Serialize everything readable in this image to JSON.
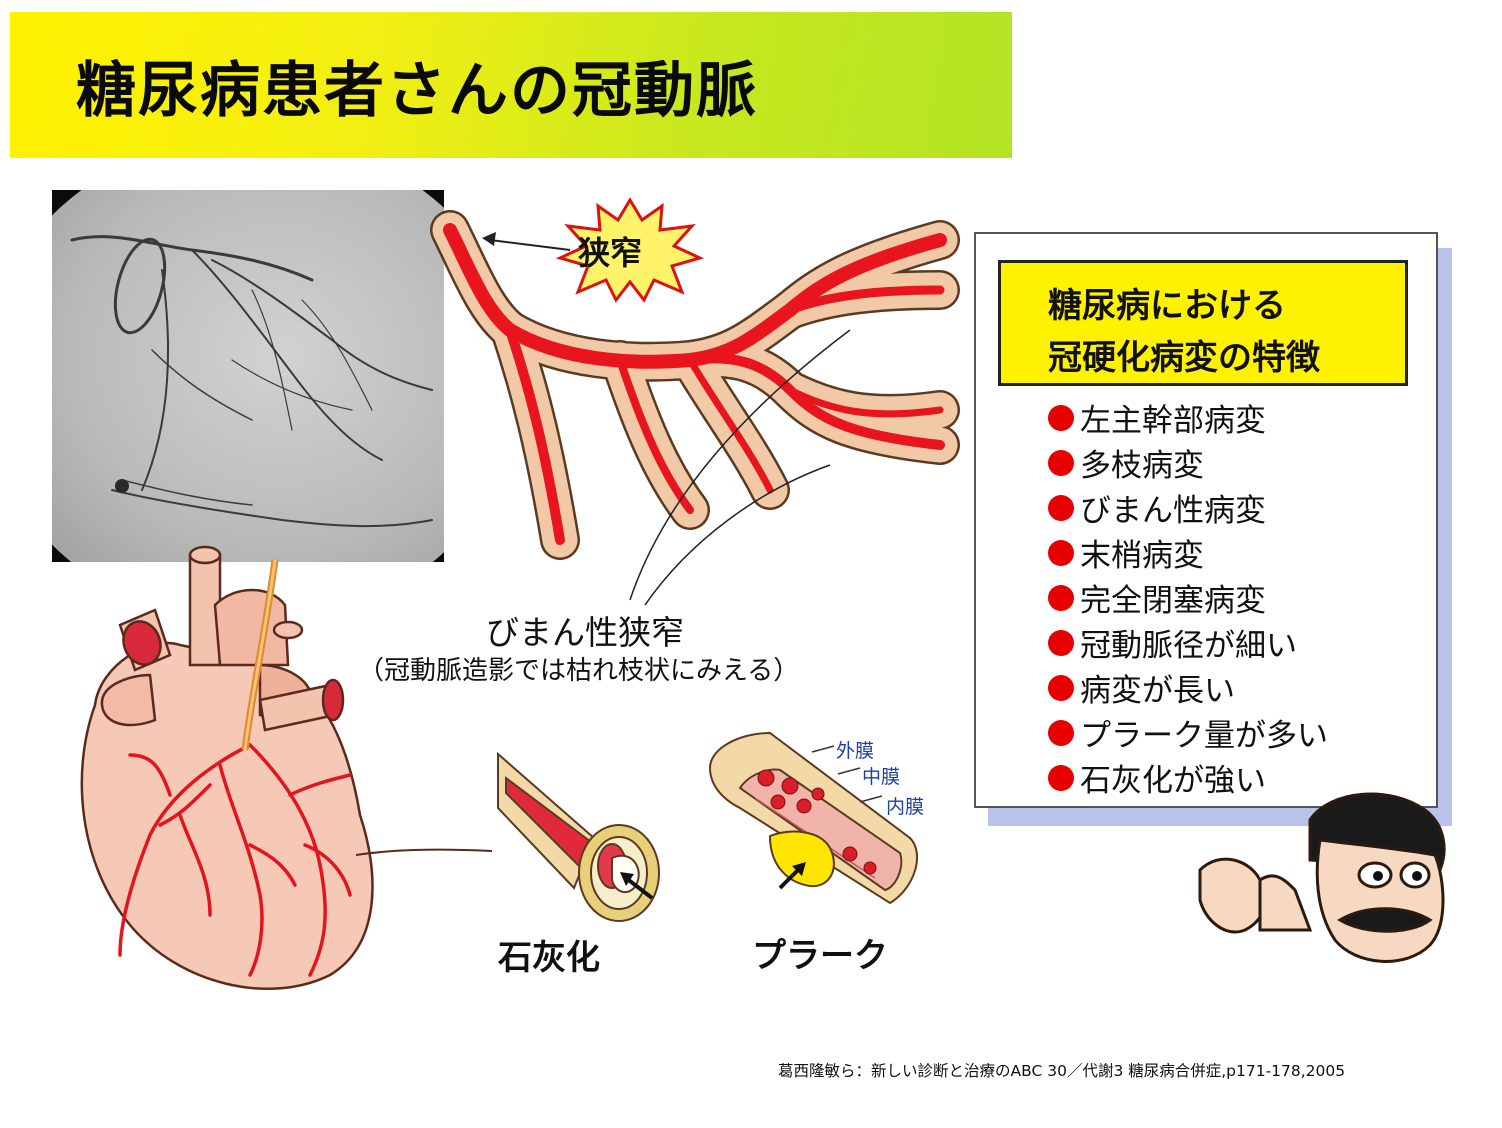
{
  "title": "糖尿病患者さんの冠動脈",
  "stenosis_label": "狭窄",
  "diffuse_stenosis": {
    "label": "びまん性狭窄",
    "note": "（冠動脈造影では枯れ枝状にみえる）"
  },
  "panel": {
    "header_line1": "糖尿病における",
    "header_line2": "冠硬化病変の特徴",
    "features": [
      "左主幹部病変",
      "多枝病変",
      "びまん性病変",
      "末梢病変",
      "完全閉塞病変",
      "冠動脈径が細い",
      "病変が長い",
      "プラーク量が多い",
      "石灰化が強い"
    ]
  },
  "vessel_layers": [
    "外膜",
    "中膜",
    "内膜"
  ],
  "calcification_label": "石灰化",
  "plaque_label": "プラーク",
  "citation": "葛西隆敏ら：新しい診断と治療のABC 30／代謝3 糖尿病合併症,p171-178,2005",
  "colors": {
    "banner_yellow": "#fff200",
    "banner_green": "#b3e424",
    "bullet_red": "#e60000",
    "artery_red": "#e8141e",
    "artery_wall": "#f2c9a6",
    "panel_shadow": "#b9c3ea",
    "layer_label_blue": "#1b3fa6"
  }
}
